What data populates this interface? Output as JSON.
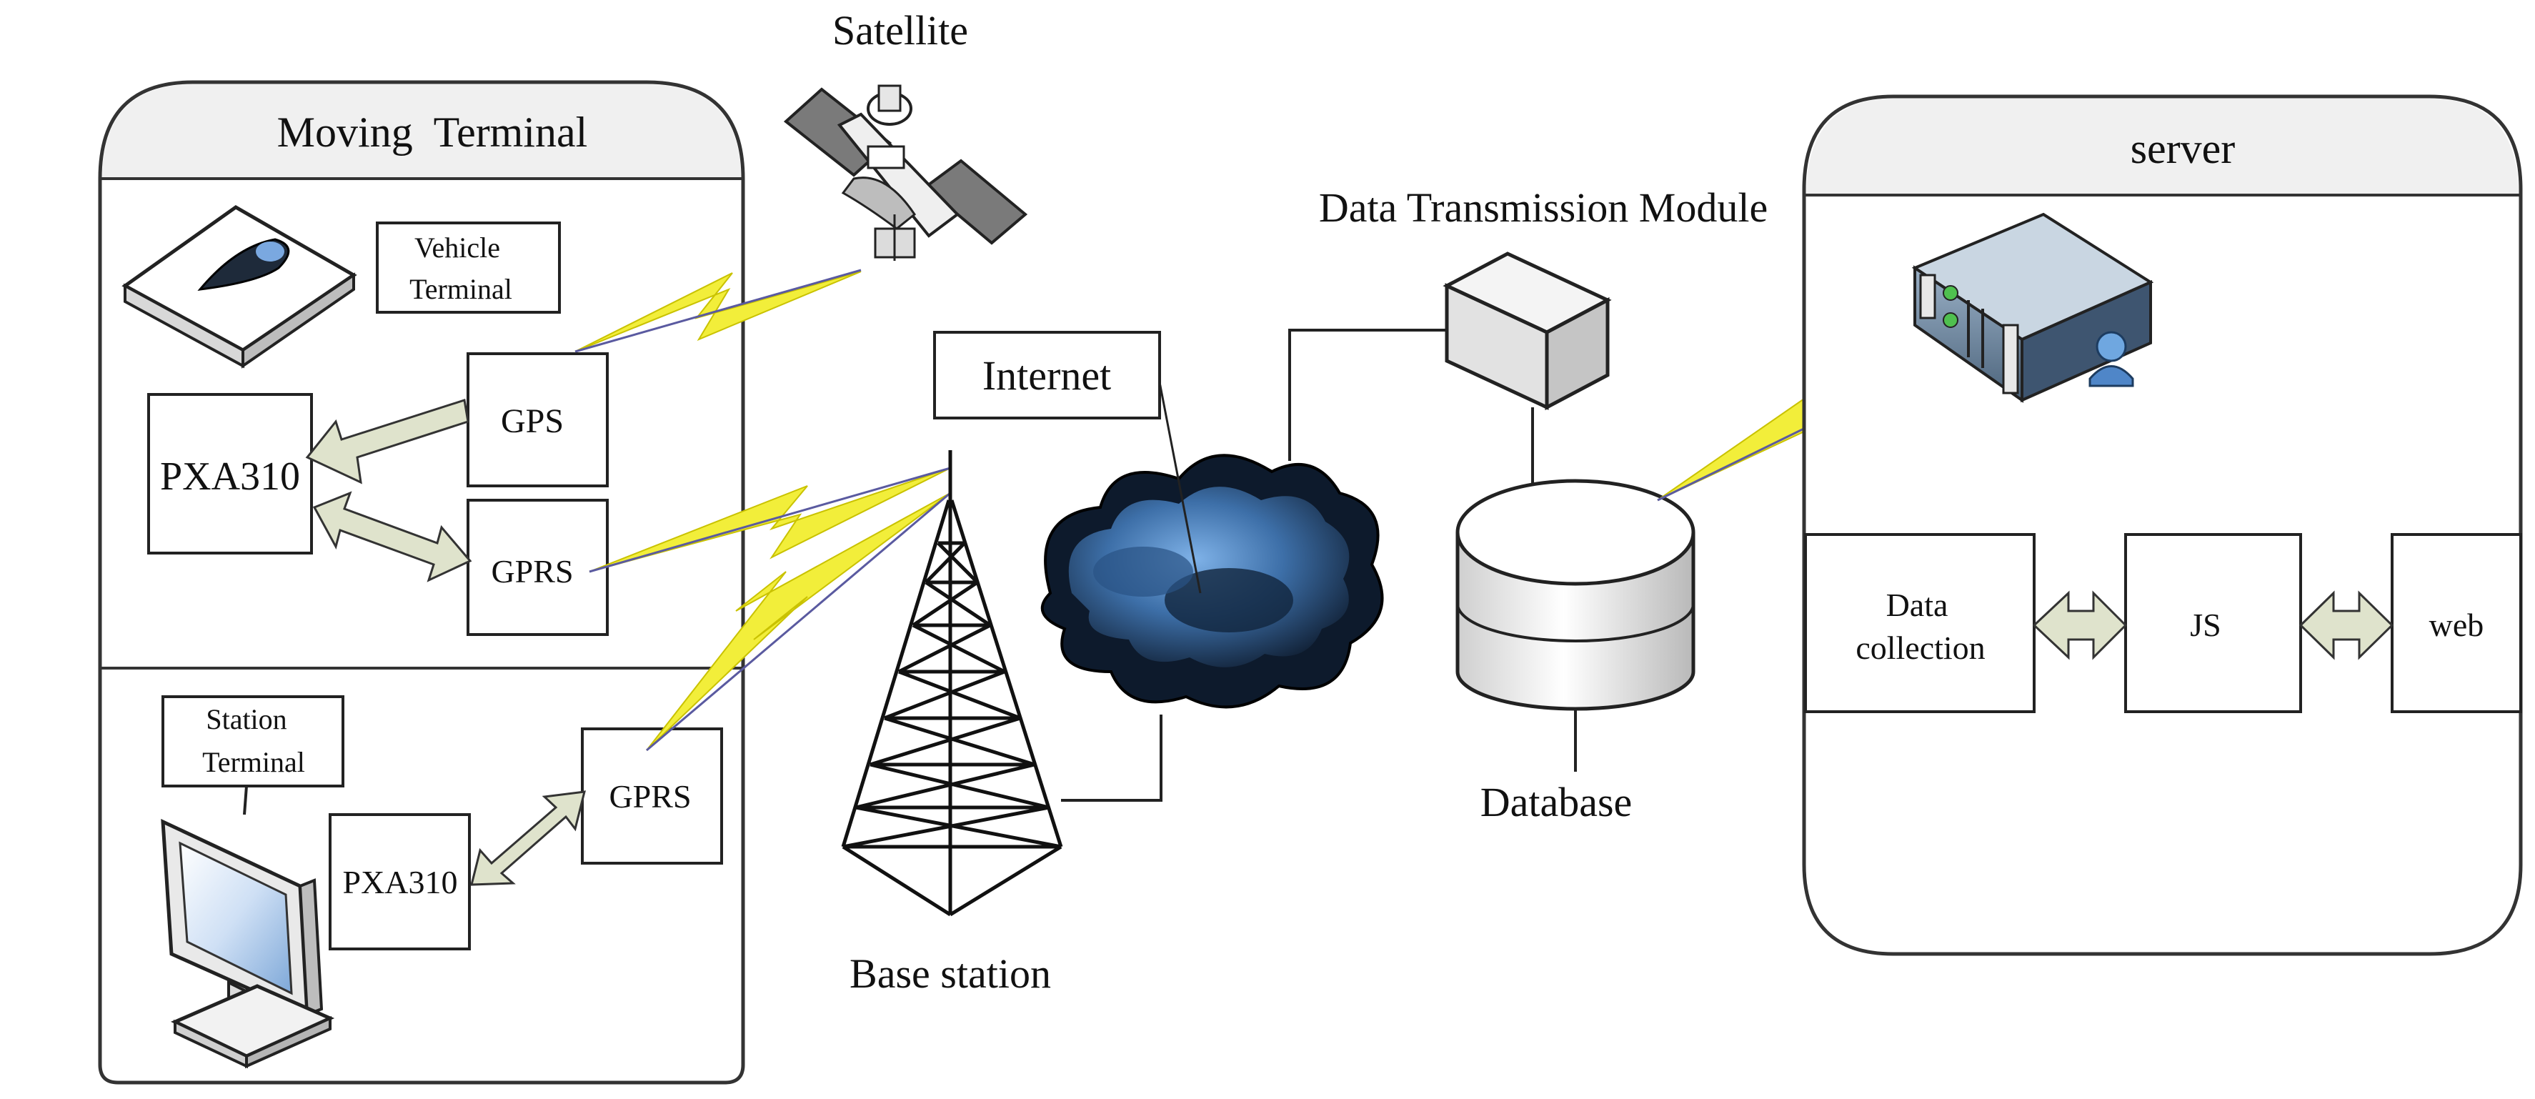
{
  "labels": {
    "moving_terminal_title": "Moving  Terminal",
    "vehicle_terminal_line1": "Vehicle",
    "vehicle_terminal_line2": "Terminal",
    "gps": "GPS",
    "pxa310_vehicle": "PXA310",
    "gprs_vehicle": "GPRS",
    "station_terminal_line1": "Station",
    "station_terminal_line2": "Terminal",
    "gprs_station": "GPRS",
    "pxa310_station": "PXA310",
    "satellite": "Satellite",
    "internet": "Internet",
    "base_station": "Base station",
    "data_transmission_module": "Data Transmission Module",
    "database": "Database",
    "server_title": "server",
    "data_collection_line1": "Data",
    "data_collection_line2": "collection",
    "js": "JS",
    "web": "web"
  },
  "colors": {
    "line": "#222222",
    "lightning": "#f2ee3a",
    "arrow_fill": "#dfe3cc",
    "panel_header": "#f0f0f0",
    "cloud_dark": "#0d1a2c",
    "cloud_light": "#5a90c8"
  },
  "icons": [
    "satellite-icon",
    "vehicle-terminal-icon",
    "monitor-icon",
    "tower-icon",
    "cloud-icon",
    "transmission-box-icon",
    "database-icon",
    "server-rack-icon",
    "lightning-icon",
    "double-arrow-icon"
  ]
}
